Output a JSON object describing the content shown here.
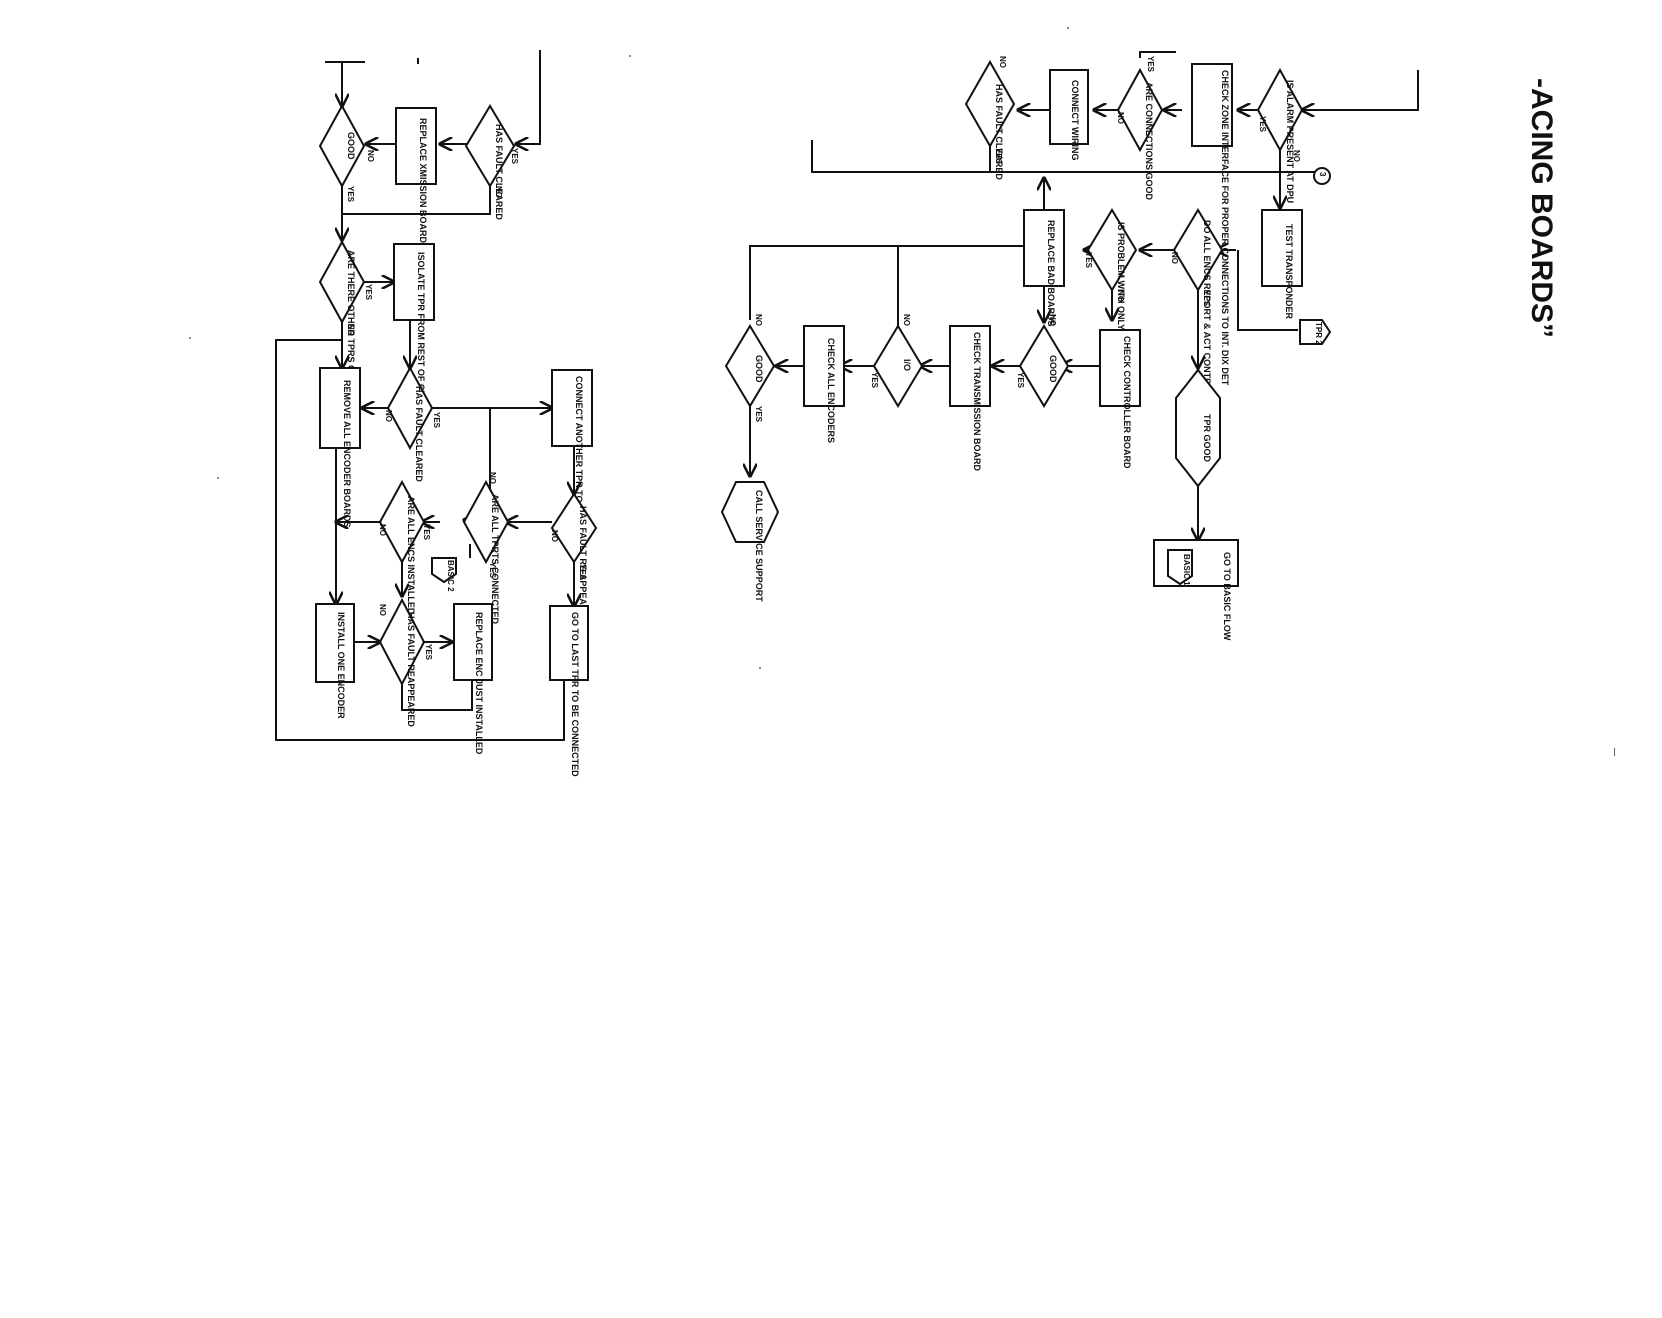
{
  "title": "-ACING BOARDS”",
  "right_section": {
    "alarm_present_at_dpu": "IS ALARM PRESENT AT DPU",
    "check_zone_interface": "CHECK ZONE INTERFACE FOR PROPER CONNECTIONS TO INT. DIX DET",
    "are_connections_good": "ARE CONNECTIONS GOOD",
    "connect_wiring": "CONNECT WIRING",
    "has_fault_cleared": "HAS FAULT CLEARED",
    "test_transponder": "TEST TRANSPONDER",
    "all_encs_report_act": "DO ALL ENCS REPORT & ACT CONTROLS",
    "is_problem_with_1_enc": "IS PROBLEM WITH ONLY 1 ENC",
    "replace_bad_boards": "REPLACE BAD BOARDS",
    "check_controller_board": "CHECK CONTROLLER BOARD",
    "good_1": "GOOD",
    "check_transmission_board": "CHECK TRANSMISSION BOARD",
    "io": "I/O",
    "check_all_encoders": "CHECK ALL ENCODERS",
    "good_2": "GOOD",
    "call_service_support": "CALL SERVICE SUPPORT",
    "tpr_good": "TPR GOOD",
    "go_to_basic_flow": "GO TO BASIC FLOW",
    "basic_1": "BASIC 1",
    "tpr_2": "TPR 2",
    "connector_3": "3"
  },
  "left_section": {
    "good_top": "GOOD",
    "replace_xmission_board": "REPLACE XMISSION BOARD",
    "has_fault_cleared_top": "HAS FAULT CLEARED",
    "other_tprs_on_channel": "ARE THERE OTHER TPRS ON CHANNEL",
    "isolate_tpr": "ISOLATE TPR FROM REST OF CHANNEL",
    "remove_all_encoder_boards": "REMOVE ALL ENCODER BOARDS",
    "has_fault_cleared_mid": "HAS FAULT CLEARED",
    "connect_another_tpr": "CONNECT ANOTHER TPR TO CHANNEL",
    "are_all_encs_installed": "ARE ALL ENCS INSTALLED",
    "are_all_tprs_connected": "ARE ALL TPRTS CONNECTED",
    "has_fault_reappeared_a": "HAS FAULT RE-APPEARED",
    "basic_2": "BASIC 2",
    "install_one_encoder": "INSTALL ONE ENCODER",
    "has_fault_reappeared_b": "HAS FAULT REAPPEARED",
    "replace_enc": "REPLACE ENC JUST INSTALLED",
    "go_to_last_tpr": "GO TO LAST TPR TO BE CONNECTED"
  },
  "flags": {
    "yes": "YES",
    "no": "NO"
  }
}
